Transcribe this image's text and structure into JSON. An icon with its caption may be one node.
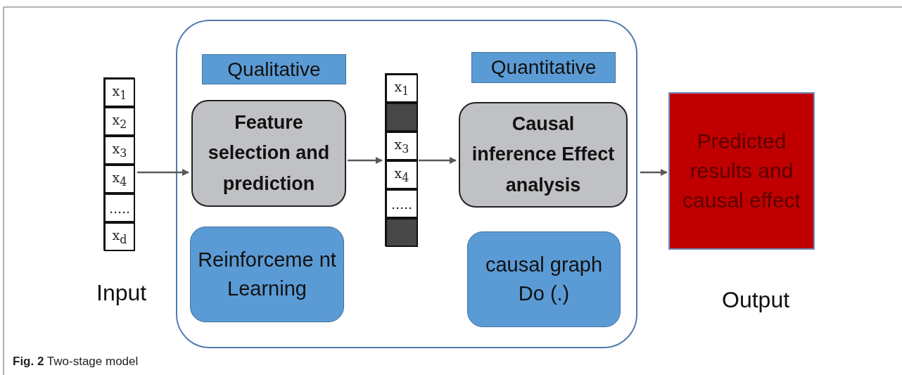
{
  "diagram": {
    "caption": "**Fig. 2** Two-stage model",
    "nodes": [
      {
        "text": [],
        "shape": "bar"
      },
      {
        "text": [
          "x$_{1}$"
        ],
        "in": 0
      },
      {
        "text": [
          "x$_{2}$"
        ],
        "in": 0
      },
      {
        "text": [
          "x$_{3}$"
        ],
        "in": 0
      },
      {
        "text": [
          "x$_{4}$"
        ],
        "in": 0
      },
      {
        "text": [
          "....."
        ],
        "in": 0
      },
      {
        "text": [
          "x$_{d}$"
        ],
        "in": 0
      },
      {
        "text": [],
        "shape": "box"
      },
      {
        "text": [
          "Qualitative"
        ],
        "in": 7
      },
      {
        "text": [
          "Feature selection and prediction"
        ],
        "in": 7
      },
      {
        "text": [
          "Reinforceme nt Learning"
        ],
        "in": 7
      },
      {
        "text": [],
        "shape": "bar",
        "in": 7
      },
      {
        "text": [
          "x$_{1}$"
        ],
        "in": 11
      },
      {
        "text": [],
        "shape": "box",
        "in": 11
      },
      {
        "text": [
          "x$_{3}$"
        ],
        "in": 11
      },
      {
        "text": [
          "x$_{4}$"
        ],
        "in": 11
      },
      {
        "text": [
          "....."
        ],
        "in": 11
      },
      {
        "text": [],
        "shape": "box",
        "in": 11
      },
      {
        "text": [
          "Quantitative"
        ],
        "in": 7
      },
      {
        "text": [
          "Causal inference Effect analysis"
        ],
        "in": 7
      },
      {
        "text": [
          "causal graph Do (.)"
        ],
        "in": 7
      },
      {
        "text": [
          "Predicted results and causal effect"
        ]
      }
    ],
    "edges": [
      {
        "from": 0,
        "to": 9,
        "arrow": "to"
      },
      {
        "from": 9,
        "to": 11,
        "arrow": "to"
      },
      {
        "from": 11,
        "to": 19,
        "arrow": "to"
      },
      {
        "from": 7,
        "to": 21,
        "arrow": "to"
      }
    ],
    "labels": [
      "Input",
      "Output"
    ]
  }
}
